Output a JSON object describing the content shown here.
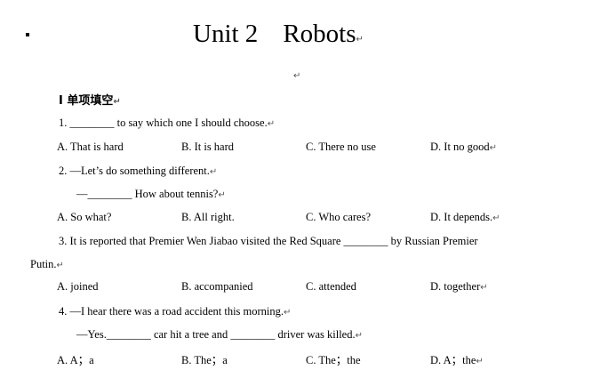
{
  "title": {
    "unit": "Unit 2",
    "topic": "Robots"
  },
  "para_mark": "↵",
  "section_heading": "Ⅰ 单项填空",
  "questions": [
    {
      "stem": "1.  ________ to say which one I should choose.",
      "options": [
        "A.  That is hard",
        "B.  It is hard",
        "C.  There no use",
        "D.  It no good"
      ]
    },
    {
      "stem": "2.  —Let’s do something different.",
      "stem2": "—________ How about tennis?",
      "options": [
        "A.  So what?",
        "B.  All right.",
        "C.  Who cares?",
        "D.  It depends."
      ]
    },
    {
      "stem": "3.  It is reported that Premier Wen Jiabao visited the Red Square ________ by Russian Premier",
      "stem2": "Putin.",
      "options": [
        "A.  joined",
        "B.  accompanied",
        "C.  attended",
        "D.  together"
      ]
    },
    {
      "stem": "4.  —I hear there was a road accident this morning.",
      "stem2": "—Yes.________ car hit a tree and ________ driver was killed.",
      "options": [
        "A.  A；a",
        "B.  The；a",
        "C.  The；the",
        "D.  A；the"
      ]
    }
  ]
}
